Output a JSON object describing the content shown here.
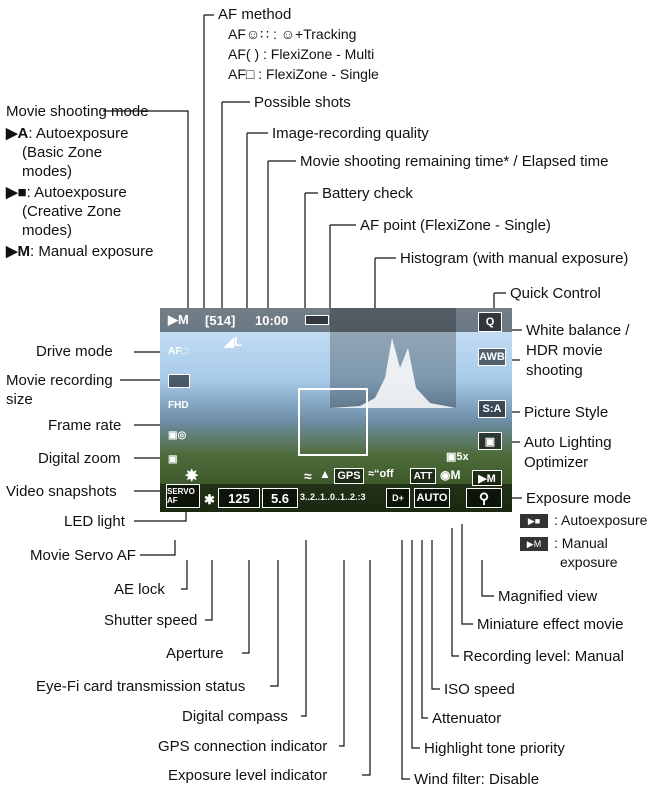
{
  "top_labels": {
    "af_method": "AF method",
    "af_items": [
      "AF☺∷ : ☺+Tracking",
      "AF( ) : FlexiZone - Multi",
      "AF□ : FlexiZone - Single"
    ],
    "possible_shots": "Possible shots",
    "image_quality": "Image-recording quality",
    "remaining_time": "Movie shooting remaining time* / Elapsed time",
    "battery": "Battery check",
    "af_point": "AF point (FlexiZone - Single)",
    "histogram": "Histogram (with manual exposure)"
  },
  "movie_mode": {
    "title": "Movie shooting mode",
    "auto_basic": ": Autoexposure",
    "auto_basic_2": "(Basic Zone",
    "auto_basic_3": "modes)",
    "auto_creative": ": Autoexposure",
    "auto_creative_2": "(Creative Zone",
    "auto_creative_3": "modes)",
    "manual": ": Manual exposure"
  },
  "left_labels": [
    "Drive mode",
    "Movie recording",
    "size",
    "Frame rate",
    "Digital zoom",
    "Video snapshots",
    "LED light",
    "Movie Servo AF",
    "AE lock",
    "Shutter speed",
    "Aperture",
    "Eye-Fi card transmission status",
    "Digital compass",
    "GPS connection indicator",
    "Exposure level indicator"
  ],
  "right_labels": {
    "quick_control": "Quick Control",
    "white_balance": "White balance /",
    "hdr": "HDR movie",
    "shooting": "shooting",
    "picture_style": "Picture Style",
    "alo": "Auto Lighting",
    "alo2": "Optimizer",
    "exposure_mode": "Exposure mode",
    "em_auto": ": Autoexposure",
    "em_manual": ": Manual",
    "em_manual2": "exposure",
    "magnified": "Magnified view",
    "miniature": "Miniature effect movie",
    "rec_level": "Recording level: Manual",
    "iso": "ISO speed",
    "attenuator": "Attenuator",
    "highlight": "Highlight tone priority",
    "wind": "Wind filter: Disable"
  },
  "hud": {
    "shots": "[514]",
    "time": "10:00",
    "shutter": "125",
    "aperture": "5.6",
    "iso": "AUTO",
    "gps": "GPS",
    "att": "ATT",
    "awb": "AWB",
    "servo": "SERVO AF",
    "exposure_scale": "3..2..1..0..1..2.:3"
  }
}
